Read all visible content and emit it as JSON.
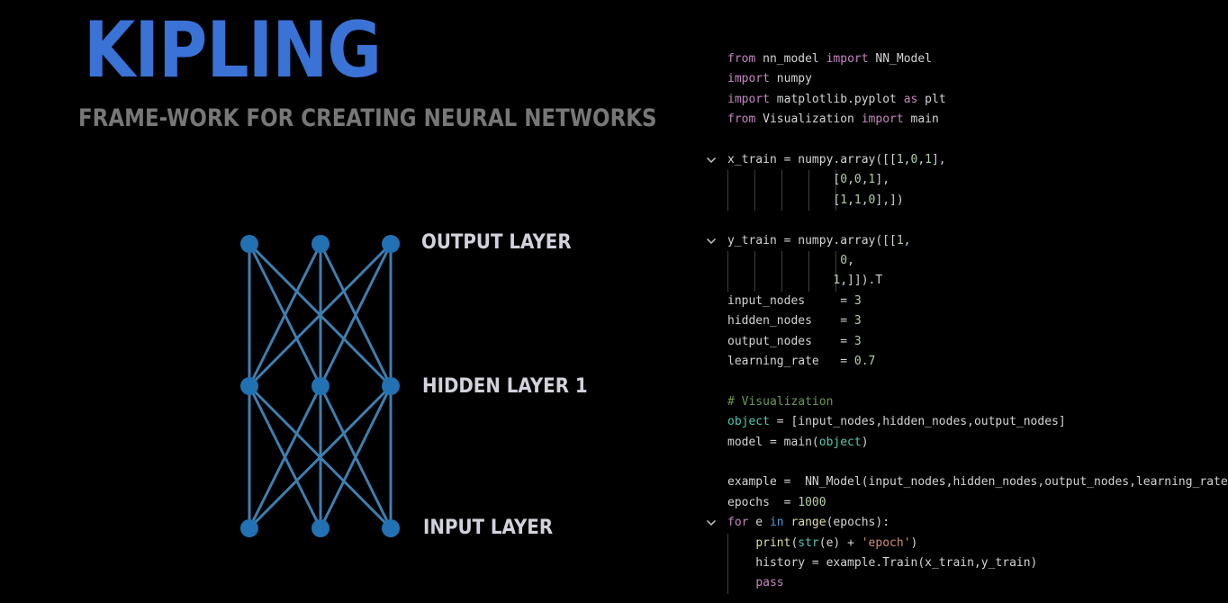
{
  "header": {
    "title": "KIPLING",
    "subtitle": "FRAME-WORK FOR CREATING NEURAL NETWORKS"
  },
  "colors": {
    "title": "#3a72d6",
    "node": "#2271b3",
    "edge": "#3f7fb0",
    "background": "#000000"
  },
  "network": {
    "layers": [
      {
        "name": "OUTPUT LAYER",
        "nodes": 3
      },
      {
        "name": "HIDDEN LAYER 1",
        "nodes": 3
      },
      {
        "name": "INPUT LAYER",
        "nodes": 3
      }
    ],
    "fully_connected": true
  },
  "code": {
    "language": "python",
    "lines": [
      {
        "fold": false,
        "indent": 0,
        "tokens": [
          [
            "kw",
            "from"
          ],
          [
            "plain",
            " nn_model "
          ],
          [
            "kw",
            "import"
          ],
          [
            "plain",
            " NN_Model"
          ]
        ]
      },
      {
        "fold": false,
        "indent": 0,
        "tokens": [
          [
            "kw",
            "import"
          ],
          [
            "plain",
            " numpy"
          ]
        ]
      },
      {
        "fold": false,
        "indent": 0,
        "tokens": [
          [
            "kw",
            "import"
          ],
          [
            "plain",
            " matplotlib.pyplot "
          ],
          [
            "kw",
            "as"
          ],
          [
            "plain",
            " plt"
          ]
        ]
      },
      {
        "fold": false,
        "indent": 0,
        "tokens": [
          [
            "kw",
            "from"
          ],
          [
            "plain",
            " Visualization "
          ],
          [
            "kw",
            "import"
          ],
          [
            "plain",
            " main"
          ]
        ]
      },
      {
        "fold": false,
        "indent": 0,
        "tokens": []
      },
      {
        "fold": true,
        "indent": 0,
        "tokens": [
          [
            "plain",
            "x_train = numpy.array([["
          ],
          [
            "num",
            "1"
          ],
          [
            "plain",
            ","
          ],
          [
            "num",
            "0"
          ],
          [
            "plain",
            ","
          ],
          [
            "num",
            "1"
          ],
          [
            "plain",
            "],"
          ]
        ]
      },
      {
        "fold": false,
        "indent": 5,
        "tokens": [
          [
            "plain",
            "               ["
          ],
          [
            "num",
            "0"
          ],
          [
            "plain",
            ","
          ],
          [
            "num",
            "0"
          ],
          [
            "plain",
            ","
          ],
          [
            "num",
            "1"
          ],
          [
            "plain",
            "],"
          ]
        ]
      },
      {
        "fold": false,
        "indent": 5,
        "tokens": [
          [
            "plain",
            "               ["
          ],
          [
            "num",
            "1"
          ],
          [
            "plain",
            ","
          ],
          [
            "num",
            "1"
          ],
          [
            "plain",
            ","
          ],
          [
            "num",
            "0"
          ],
          [
            "plain",
            "],])"
          ]
        ]
      },
      {
        "fold": false,
        "indent": 0,
        "tokens": []
      },
      {
        "fold": true,
        "indent": 0,
        "tokens": [
          [
            "plain",
            "y_train = numpy.array([["
          ],
          [
            "num",
            "1"
          ],
          [
            "plain",
            ","
          ]
        ]
      },
      {
        "fold": false,
        "indent": 5,
        "tokens": [
          [
            "plain",
            "                "
          ],
          [
            "num",
            "0"
          ],
          [
            "plain",
            ","
          ]
        ]
      },
      {
        "fold": false,
        "indent": 5,
        "tokens": [
          [
            "plain",
            "               "
          ],
          [
            "num",
            "1"
          ],
          [
            "plain",
            ",]]).T"
          ]
        ]
      },
      {
        "fold": false,
        "indent": 0,
        "tokens": [
          [
            "plain",
            "input_nodes     = "
          ],
          [
            "num",
            "3"
          ]
        ]
      },
      {
        "fold": false,
        "indent": 0,
        "tokens": [
          [
            "plain",
            "hidden_nodes    = "
          ],
          [
            "num",
            "3"
          ]
        ]
      },
      {
        "fold": false,
        "indent": 0,
        "tokens": [
          [
            "plain",
            "output_nodes    = "
          ],
          [
            "num",
            "3"
          ]
        ]
      },
      {
        "fold": false,
        "indent": 0,
        "tokens": [
          [
            "plain",
            "learning_rate   = "
          ],
          [
            "num",
            "0.7"
          ]
        ]
      },
      {
        "fold": false,
        "indent": 0,
        "tokens": []
      },
      {
        "fold": false,
        "indent": 0,
        "tokens": [
          [
            "cmt",
            "# Visualization"
          ]
        ]
      },
      {
        "fold": false,
        "indent": 0,
        "tokens": [
          [
            "bi",
            "object"
          ],
          [
            "plain",
            " = [input_nodes,hidden_nodes,output_nodes]"
          ]
        ]
      },
      {
        "fold": false,
        "indent": 0,
        "tokens": [
          [
            "plain",
            "model = main("
          ],
          [
            "bi",
            "object"
          ],
          [
            "plain",
            ")"
          ]
        ]
      },
      {
        "fold": false,
        "indent": 0,
        "tokens": []
      },
      {
        "fold": false,
        "indent": 0,
        "tokens": [
          [
            "plain",
            "example =  NN_Model(input_nodes,hidden_nodes,output_nodes,learning_rate)"
          ]
        ]
      },
      {
        "fold": false,
        "indent": 0,
        "tokens": [
          [
            "plain",
            "epochs  = "
          ],
          [
            "num",
            "1000"
          ]
        ]
      },
      {
        "fold": true,
        "indent": 0,
        "tokens": [
          [
            "kw",
            "for"
          ],
          [
            "plain",
            " e "
          ],
          [
            "blue",
            "in"
          ],
          [
            "plain",
            " "
          ],
          [
            "fn",
            "range"
          ],
          [
            "plain",
            "(epochs):"
          ]
        ]
      },
      {
        "fold": false,
        "indent": 1,
        "tokens": [
          [
            "plain",
            "    "
          ],
          [
            "fn",
            "print"
          ],
          [
            "plain",
            "("
          ],
          [
            "bi",
            "str"
          ],
          [
            "plain",
            "(e) + "
          ],
          [
            "str",
            "'epoch'"
          ],
          [
            "plain",
            ")"
          ]
        ]
      },
      {
        "fold": false,
        "indent": 1,
        "tokens": [
          [
            "plain",
            "    history = example.Train(x_train,y_train)"
          ]
        ]
      },
      {
        "fold": false,
        "indent": 1,
        "tokens": [
          [
            "plain",
            "    "
          ],
          [
            "kw",
            "pass"
          ]
        ]
      }
    ]
  }
}
